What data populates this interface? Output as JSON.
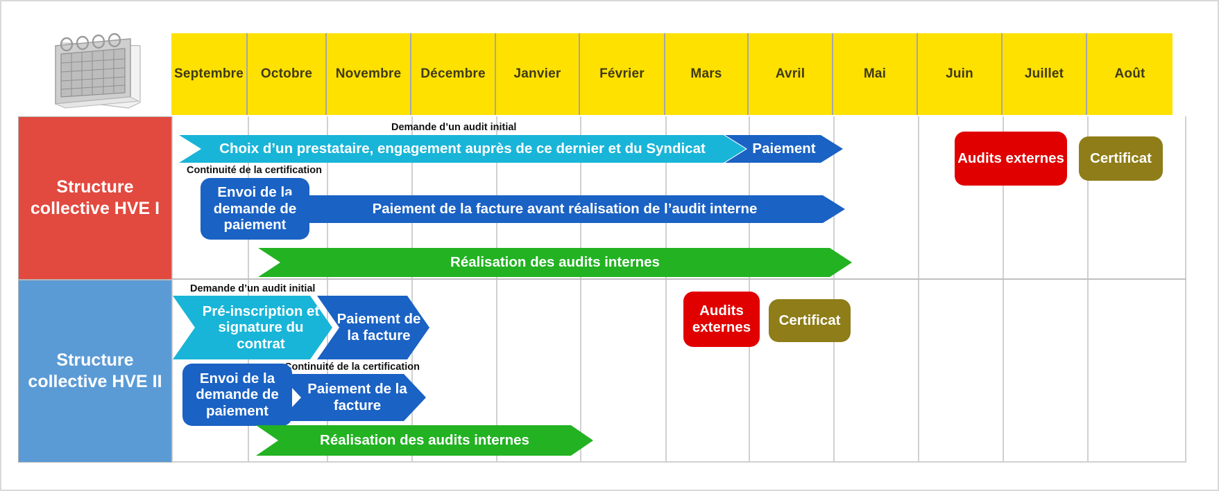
{
  "chart_data": {
    "type": "bar",
    "title": "",
    "xlabel": "",
    "ylabel": "",
    "categories": [
      "Septembre",
      "Octobre",
      "Novembre",
      "Décembre",
      "Janvier",
      "Février",
      "Mars",
      "Avril",
      "Mai",
      "Juin",
      "Juillet",
      "Août"
    ],
    "rows": [
      {
        "label": "Structure collective HVE I",
        "color": "#E2493F",
        "tasks": [
          {
            "name": "Choix d’un prestataire, engagement auprès de ce dernier et du Syndicat",
            "color": "#19B5D8",
            "start_month": "Septembre",
            "end_month": "Mars",
            "caption": "Demande d’un audit initial"
          },
          {
            "name": "Paiement",
            "color": "#1A62C4",
            "start_month": "Mars",
            "end_month": "Avril",
            "caption": ""
          },
          {
            "name": "Envoi de la demande de paiement",
            "color": "#1A62C4",
            "start_month": "Septembre",
            "end_month": "Octobre",
            "caption": "Continuité de la certification"
          },
          {
            "name": "Paiement de la facture avant réalisation de l’audit interne",
            "color": "#1A62C4",
            "start_month": "Octobre",
            "end_month": "Avril",
            "caption": ""
          },
          {
            "name": "Réalisation des audits internes",
            "color": "#22B222",
            "start_month": "Octobre",
            "end_month": "Avril",
            "caption": ""
          },
          {
            "name": "Audits externes",
            "color": "#E00000",
            "start_month": "Juin",
            "end_month": "Juin",
            "caption": ""
          },
          {
            "name": "Certificat",
            "color": "#8E7D18",
            "start_month": "Juillet",
            "end_month": "Juillet",
            "caption": ""
          }
        ]
      },
      {
        "label": "Structure collective HVE II",
        "color": "#5B9BD5",
        "tasks": [
          {
            "name": "Pré-inscription et signature du contrat",
            "color": "#19B5D8",
            "start_month": "Septembre",
            "end_month": "Octobre",
            "caption": "Demande d’un audit initial"
          },
          {
            "name": "Paiement de la facture",
            "color": "#1A62C4",
            "start_month": "Octobre",
            "end_month": "Novembre",
            "caption": ""
          },
          {
            "name": "Envoi de la demande de paiement",
            "color": "#1A62C4",
            "start_month": "Septembre",
            "end_month": "Octobre",
            "caption": "Continuité de la certification"
          },
          {
            "name": "Paiement de la facture",
            "color": "#1A62C4",
            "start_month": "Octobre",
            "end_month": "Novembre",
            "caption": ""
          },
          {
            "name": "Réalisation des audits internes",
            "color": "#22B222",
            "start_month": "Octobre",
            "end_month": "Décembre",
            "caption": ""
          },
          {
            "name": "Audits externes",
            "color": "#E00000",
            "start_month": "Mars",
            "end_month": "Mars",
            "caption": ""
          },
          {
            "name": "Certificat",
            "color": "#8E7D18",
            "start_month": "Avril",
            "end_month": "Avril",
            "caption": ""
          }
        ]
      }
    ],
    "colors": {
      "header": "#FFE100",
      "header_text": "#3f3a17",
      "row1": "#E2493F",
      "row2": "#5B9BD5",
      "cyan": "#19B5D8",
      "blue": "#1A62C4",
      "green": "#22B222",
      "red": "#E00000",
      "olive": "#8E7D18",
      "grid": "#d0d0d0"
    }
  },
  "header": {
    "months": [
      {
        "label": "Septembre"
      },
      {
        "label": "Octobre"
      },
      {
        "label": "Novembre"
      },
      {
        "label": "Décembre"
      },
      {
        "label": "Janvier"
      },
      {
        "label": "Février"
      },
      {
        "label": "Mars"
      },
      {
        "label": "Avril"
      },
      {
        "label": "Mai"
      },
      {
        "label": "Juin"
      },
      {
        "label": "Juillet"
      },
      {
        "label": "Août"
      }
    ],
    "calendar_icon": "calendar-icon"
  },
  "rows": {
    "row1": {
      "label": "Structure collective HVE I"
    },
    "row2": {
      "label": "Structure collective HVE II"
    }
  },
  "row1": {
    "caption_initial": "Demande d’un audit initial",
    "caption_continuity": "Continuité de la certification",
    "bar_choice": "Choix d’un prestataire, engagement auprès de ce dernier et du Syndicat",
    "bar_paiement": "Paiement",
    "bar_envoi": "Envoi de la demande de paiement",
    "bar_paiement_facture": "Paiement de la facture avant réalisation de l’audit interne",
    "bar_audits_internes": "Réalisation des audits internes",
    "badge_audits_externes": "Audits externes",
    "badge_certificat": "Certificat"
  },
  "row2": {
    "caption_initial": "Demande d’un audit initial",
    "caption_continuity": "Continuité de la certification",
    "bar_preinscription": "Pré-inscription et signature du contrat",
    "bar_paiement_facture_1": "Paiement de la facture",
    "bar_envoi": "Envoi de la demande de paiement",
    "bar_paiement_facture_2": "Paiement de la facture",
    "bar_audits_internes": "Réalisation des audits internes",
    "badge_audits_externes": "Audits externes",
    "badge_certificat": "Certificat"
  }
}
